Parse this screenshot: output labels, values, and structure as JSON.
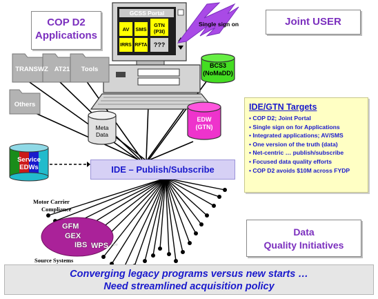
{
  "titles": {
    "cop_d2_line1": "COP D2",
    "cop_d2_line2": "Applications",
    "joint_user": "Joint USER",
    "data_quality_line1": "Data",
    "data_quality_line2": "Quality Initiatives"
  },
  "screen": {
    "header": "GCSS Portal",
    "apps": [
      "AV",
      "SMS",
      "GTN (P3I)",
      "IRRS",
      "RFTA",
      "???"
    ]
  },
  "single_sign_on": "Single sign on",
  "folders": [
    "TRANSWZ",
    "AT21",
    "Tools",
    "Others"
  ],
  "bcs3": {
    "line1": "BCS3",
    "line2": "(NoMaDD)"
  },
  "meta_data": {
    "line1": "Meta",
    "line2": "Data"
  },
  "edw": {
    "line1": "EDW",
    "line2": "(GTN)"
  },
  "service_edws": {
    "line1": "Service",
    "line2": "EDWs"
  },
  "ide_bar": "IDE – Publish/Subscribe",
  "targets": {
    "title": "IDE/GTN Targets",
    "items": [
      "COP D2; Joint Portal",
      "Single sign on for Applications",
      "Integrated applications; AV/SMS",
      "One version of the truth (data)",
      "Net-centric … publish/subscribe",
      "Focused data quality efforts",
      "COP D2 avoids $10M across FYDP"
    ]
  },
  "motor_carrier": {
    "line1": "Motor Carrier",
    "line2": "Compliance"
  },
  "source_systems": "Source Systems",
  "oval_labels": [
    "GFM",
    "GEX",
    "IBS",
    "WPS",
    "…"
  ],
  "banner": {
    "line1": "Converging legacy programs versus new starts …",
    "line2": "Need streamlined acquisition policy"
  },
  "colors": {
    "title_purple": "#7b2fbe",
    "blue_text": "#1a1acc",
    "edw_magenta": "#ee33cc",
    "bcs3_green": "#44dd22",
    "oval_purple": "#aa2299",
    "screen_yellow": "#ffff00",
    "bolt_purple": "#a94ae6"
  },
  "icons": [
    "computer-icon",
    "lightning-bolt-icon",
    "folder-icon",
    "database-cylinder-icon"
  ]
}
